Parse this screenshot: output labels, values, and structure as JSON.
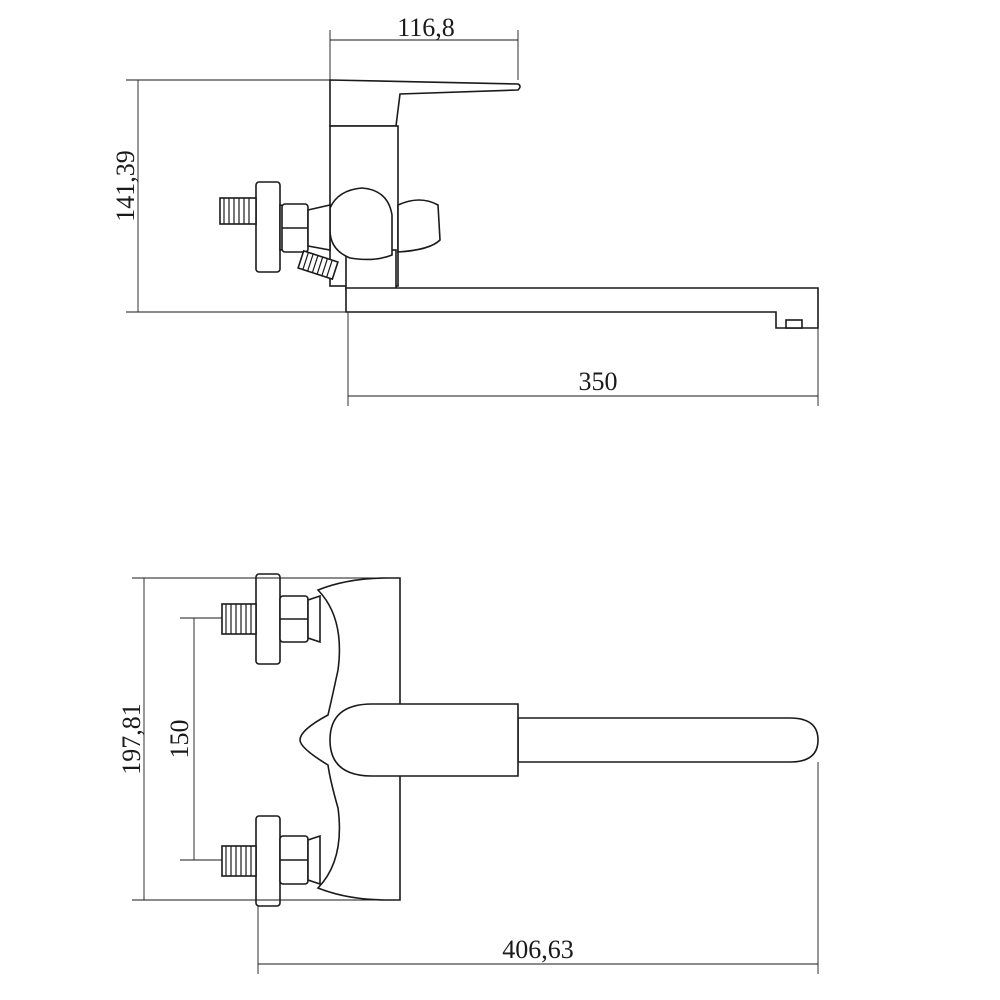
{
  "dimensions": {
    "handle_length": "116,8",
    "height": "141,39",
    "spout_length": "350",
    "body_width": "197,81",
    "inlet_spacing": "150",
    "overall_length": "406,63"
  },
  "colors": {
    "line": "#1a1a1a",
    "background": "#ffffff"
  }
}
